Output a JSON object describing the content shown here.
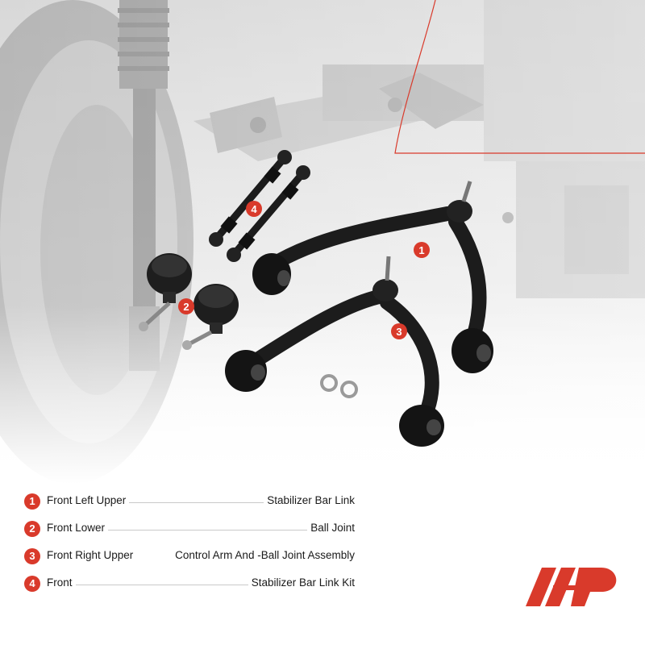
{
  "callouts": [
    {
      "number": "1"
    },
    {
      "number": "2"
    },
    {
      "number": "3"
    },
    {
      "number": "4"
    }
  ],
  "legend": [
    {
      "number": "1",
      "left": "Front Left Upper",
      "right": "Stabilizer Bar Link"
    },
    {
      "number": "2",
      "left": "Front Lower",
      "right": "Ball Joint"
    },
    {
      "number": "3",
      "left": "Front Right Upper",
      "right": "Control Arm And -Ball Joint Assembly"
    },
    {
      "number": "4",
      "left": "Front",
      "right": "Stabilizer Bar Link Kit"
    }
  ],
  "colors": {
    "accent": "#d93a2b",
    "text": "#1a1a1a",
    "dark_part": "#1c1c1c"
  },
  "icons": {
    "brand_logo": "brand-logo-icon"
  }
}
